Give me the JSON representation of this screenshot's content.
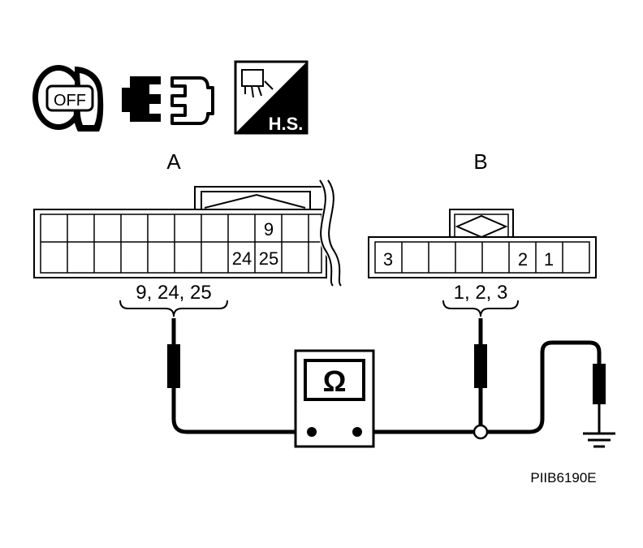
{
  "icons": {
    "ignition": {
      "icon": "ignition-key-icon",
      "label": "OFF"
    },
    "connector": {
      "icon": "disconnect-connector-icon"
    },
    "harness": {
      "icon": "harness-side-icon",
      "label": "H.S."
    }
  },
  "connector_a": {
    "letter": "A",
    "pin_top": "9",
    "pin_bottom_left": "24",
    "pin_bottom_right": "25",
    "terminals": "9, 24, 25"
  },
  "connector_b": {
    "letter": "B",
    "pin_left": "3",
    "pin_mid": "2",
    "pin_right": "1",
    "terminals": "1, 2, 3"
  },
  "meter": {
    "symbol": "Ω",
    "icon": "ohmmeter-icon"
  },
  "ground": {
    "icon": "ground-icon"
  },
  "reference": "PIIB6190E"
}
